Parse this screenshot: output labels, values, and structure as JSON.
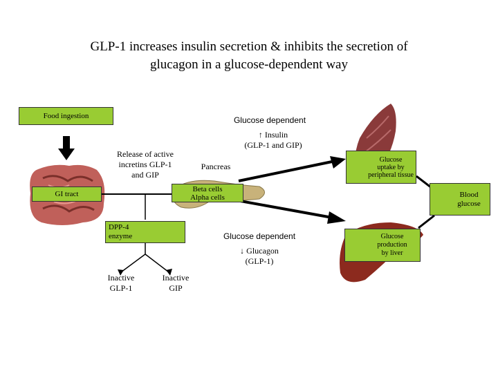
{
  "title_line1": "GLP-1 increases insulin secretion & inhibits the secretion of",
  "title_line2": "glucagon in a glucose-dependent way",
  "food_ingestion": "Food ingestion",
  "gi_tract": "GI tract",
  "release_line1": "Release of active",
  "release_line2": "incretins GLP-1",
  "release_line3": "and GIP",
  "dpp4_line1": "DPP-4",
  "dpp4_line2": "enzyme",
  "inactive_glp1_line1": "Inactive",
  "inactive_glp1_line2": "GLP-1",
  "inactive_gip_line1": "Inactive",
  "inactive_gip_line2": "GIP",
  "glucose_dependent_top": "Glucose dependent",
  "insulin_line1": "Insulin",
  "insulin_line2": "(GLP-1 and GIP)",
  "pancreas": "Pancreas",
  "beta_cells": "Beta cells",
  "alpha_cells": "Alpha cells",
  "glucose_dependent_bottom": "Glucose dependent",
  "glucagon_line1": "Glucagon",
  "glucagon_line2": "(GLP-1)",
  "glucose_uptake_line1": "Glucose",
  "glucose_uptake_line2": "uptake by",
  "glucose_uptake_line3": "peripheral tissue",
  "blood_glucose_line1": "Blood",
  "blood_glucose_line2": "glucose",
  "glucose_production_line1": "Glucose",
  "glucose_production_line2": "production",
  "glucose_production_line3": "by liver",
  "colors": {
    "box_green": "#99cc33",
    "arrow": "#000000",
    "intestine": "#c0605a",
    "pancreas": "#c8b27a",
    "muscle": "#8a3a3a",
    "liver": "#8c2a1e"
  }
}
